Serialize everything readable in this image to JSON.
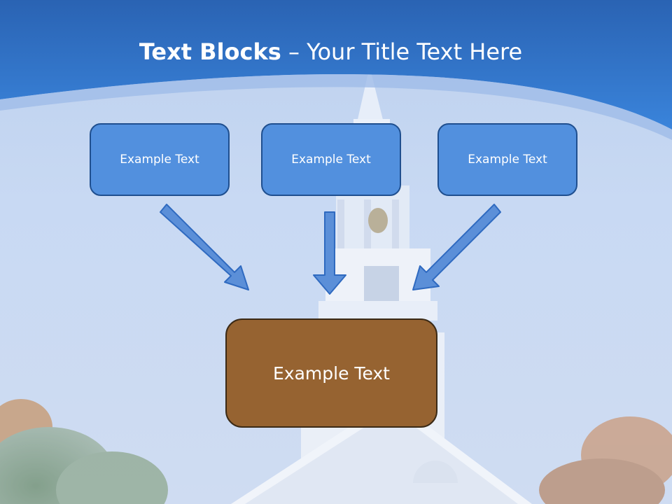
{
  "slide": {
    "title_bold": "Text Blocks",
    "title_rest": " – Your Title Text Here",
    "top_boxes": [
      {
        "label": "Example Text"
      },
      {
        "label": "Example Text"
      },
      {
        "label": "Example Text"
      }
    ],
    "center_box": {
      "label": "Example Text"
    }
  },
  "colors": {
    "header_blue": "#2f74c9",
    "box_blue": "#5290de",
    "box_brown": "#966331",
    "arrow_fill": "#5b8fd8"
  }
}
